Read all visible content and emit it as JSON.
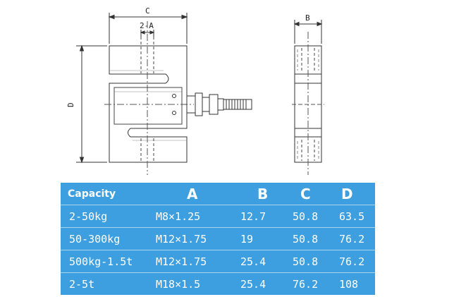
{
  "drawing": {
    "labels": {
      "c": "C",
      "two_a": "2-A",
      "d": "D",
      "b": "B"
    }
  },
  "table": {
    "headers": {
      "capacity": "Capacity",
      "a": "A",
      "b": "B",
      "c": "C",
      "d": "D"
    },
    "rows": [
      {
        "capacity": "2-50kg",
        "a": "M8×1.25",
        "b": "12.7",
        "c": "50.8",
        "d": "63.5"
      },
      {
        "capacity": "50-300kg",
        "a": "M12×1.75",
        "b": "19",
        "c": "50.8",
        "d": "76.2"
      },
      {
        "capacity": "500kg-1.5t",
        "a": "M12×1.75",
        "b": "25.4",
        "c": "50.8",
        "d": "76.2"
      },
      {
        "capacity": "2-5t",
        "a": "M18×1.5",
        "b": "25.4",
        "c": "76.2",
        "d": "108"
      }
    ],
    "background_color": "#3d9fe0"
  }
}
